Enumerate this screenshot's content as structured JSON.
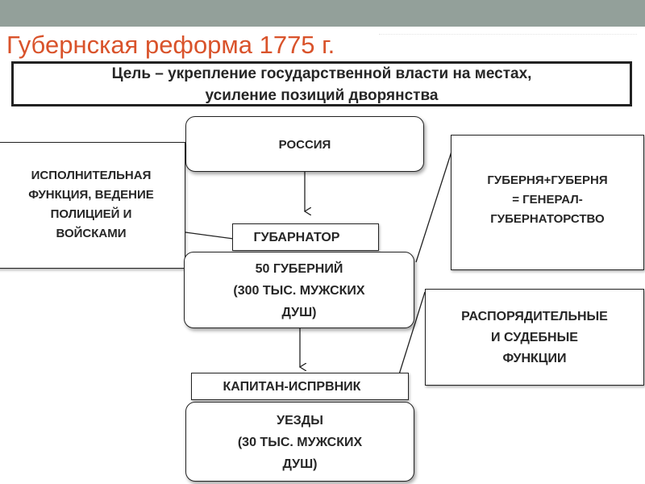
{
  "title": "Губернская реформа 1775 г.",
  "goal": {
    "line1": "Цель – укрепление государственной власти на местах,",
    "line2": "усиление позиций дворянства"
  },
  "nodes": {
    "russia": "РОССИЯ",
    "executive": [
      "ИСПОЛНИТЕЛЬНАЯ",
      "ФУНКЦИЯ, ВЕДЕНИЕ",
      "ПОЛИЦИЕЙ И",
      "ВОЙСКАМИ"
    ],
    "governor_general": [
      "ГУБЕРНЯ+ГУБЕРНЯ",
      "= ГЕНЕРАЛ-",
      "ГУБЕРНАТОРСТВО"
    ],
    "governor": "ГУБАРНАТОР",
    "provinces": [
      "50 ГУБЕРНИЙ",
      "(300 ТЫС. МУЖСКИХ",
      "ДУШ)"
    ],
    "administrative": [
      "РАСПОРЯДИТЕЛЬНЫЕ",
      "И СУДЕБНЫЕ",
      "ФУНКЦИИ"
    ],
    "captain": "КАПИТАН-ИСПРВНИК",
    "districts": [
      "УЕЗДЫ",
      "(30 ТЫС. МУЖСКИХ",
      "ДУШ)"
    ]
  },
  "colors": {
    "title": "#d9532b",
    "top_bar": "#93a09a",
    "border": "#222222",
    "text": "#262626"
  }
}
